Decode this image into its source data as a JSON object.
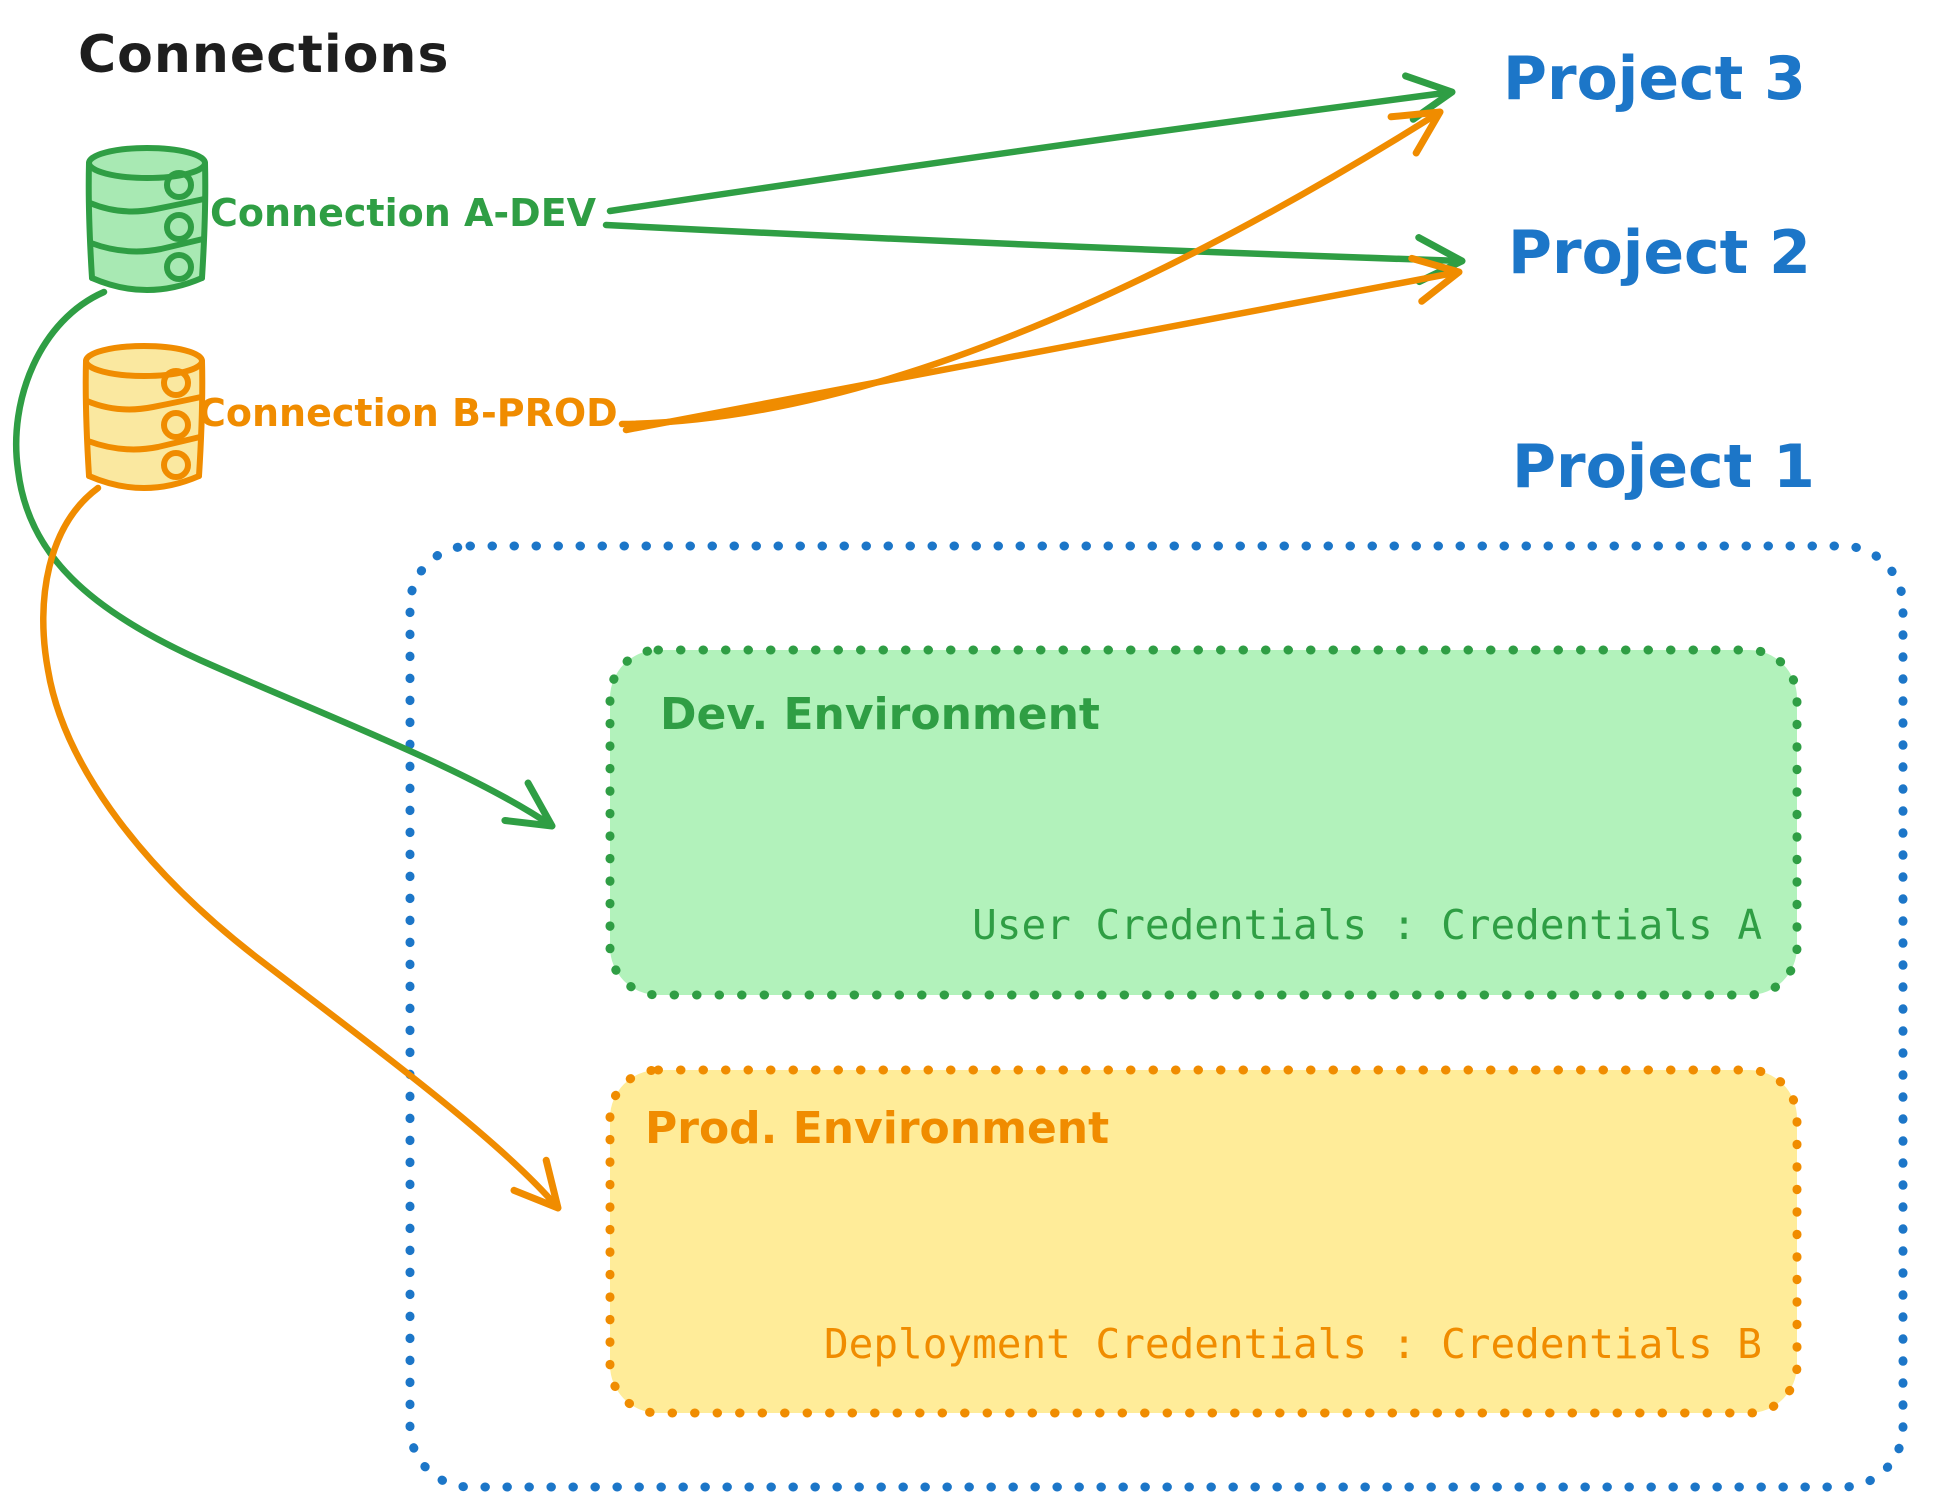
{
  "title": "Connections",
  "colors": {
    "black": "#1e1e1e",
    "blue": "#1c76c8",
    "green_stroke": "#2f9e44",
    "green_fill": "#b2f2bb",
    "green_cylinder_fill": "#a8e9b3",
    "orange_stroke": "#f08c00",
    "orange_fill": "#ffec99",
    "orange_cylinder_fill": "#fae8a0"
  },
  "icons": {
    "connection_a": "database-icon",
    "connection_b": "database-icon"
  },
  "connections": [
    {
      "id": "a-dev",
      "label": "Connection A-DEV",
      "color": "#2f9e44"
    },
    {
      "id": "b-prod",
      "label": "Connection B-PROD",
      "color": "#f08c00"
    }
  ],
  "projects": [
    {
      "label": "Project 3"
    },
    {
      "label": "Project 2"
    },
    {
      "label": "Project 1"
    }
  ],
  "project1": {
    "environments": [
      {
        "title": "Dev. Environment",
        "credentials": "User Credentials : Credentials A"
      },
      {
        "title": "Prod. Environment",
        "credentials": "Deployment Credentials : Credentials B"
      }
    ]
  },
  "edges": [
    {
      "from": "Connection A-DEV",
      "to": "Project 3",
      "color": "#2f9e44"
    },
    {
      "from": "Connection A-DEV",
      "to": "Project 2",
      "color": "#2f9e44"
    },
    {
      "from": "Connection B-PROD",
      "to": "Project 3",
      "color": "#f08c00"
    },
    {
      "from": "Connection B-PROD",
      "to": "Project 2",
      "color": "#f08c00"
    },
    {
      "from": "Connection A-DEV",
      "to": "Dev. Environment",
      "color": "#2f9e44"
    },
    {
      "from": "Connection B-PROD",
      "to": "Prod. Environment",
      "color": "#f08c00"
    }
  ]
}
